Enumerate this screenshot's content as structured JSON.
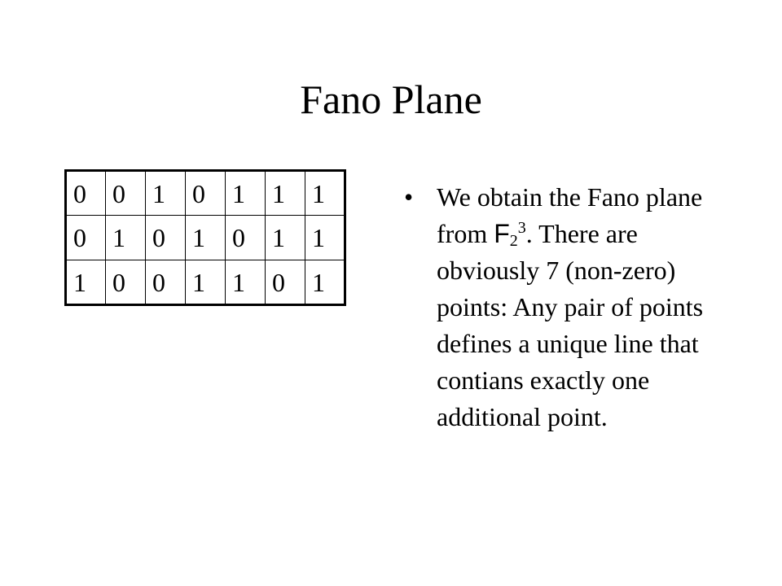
{
  "slide": {
    "title": "Fano Plane"
  },
  "matrix": {
    "rows": [
      [
        "0",
        "0",
        "1",
        "0",
        "1",
        "1",
        "1"
      ],
      [
        "0",
        "1",
        "0",
        "1",
        "0",
        "1",
        "1"
      ],
      [
        "1",
        "0",
        "0",
        "1",
        "1",
        "0",
        "1"
      ]
    ]
  },
  "bullet": {
    "mark": "•",
    "text_before": "We obtain the Fano plane from ",
    "field_letter": "F",
    "field_subscript": "2",
    "field_superscript": "3",
    "text_after": ". There are obviously 7 (non-zero) points: Any pair of points defines a unique line that contians exactly one additional point."
  }
}
